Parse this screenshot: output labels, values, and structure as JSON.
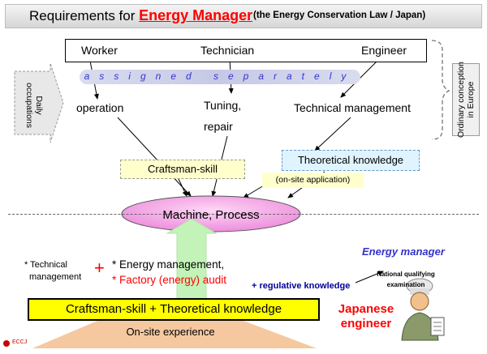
{
  "title": {
    "prefix": "Requirements for",
    "highlight": "Energy Manager",
    "subtitle": "(the Energy Conservation Law / Japan)"
  },
  "roles": [
    "Worker",
    "Technician",
    "Engineer"
  ],
  "assigned": "assigned separately",
  "occupations": {
    "operation": "operation",
    "tuning_line1": "Tuning,",
    "tuning_line2": "repair",
    "technical_management": "Technical management"
  },
  "side_labels": {
    "daily_line1": "Daily",
    "daily_line2": "occupations",
    "europe_line1": "Ordinary conception",
    "europe_line2": "in Europe"
  },
  "skills": {
    "craftsman": "Craftsman-skill",
    "theoretical": "Theoretical knowledge",
    "onsite_application": "(on-site application)"
  },
  "machine_process": "Machine,   Process",
  "bottom": {
    "craft_theory": "Craftsman-skill   +   Theoretical knowledge",
    "onsite_experience": "On-site experience",
    "tech_mgmt_line1": "* Technical",
    "tech_mgmt_line2": "management",
    "plus": "+",
    "em_line1": "* Energy management,",
    "em_line2": "* Factory (energy) audit",
    "regulative": "+ regulative knowledge",
    "energy_manager": "Energy manager",
    "nqe_line1": "National qualifying",
    "nqe_line2": "examination",
    "jp_line1": "Japanese",
    "jp_line2": "engineer"
  },
  "logo": "ECCJ",
  "colors": {
    "red": "#ff0000",
    "blue_text": "#3333cc",
    "ellipse_fill": "#ee88dd",
    "arrow_green": "#b8f0b0",
    "triangle_fill": "#f5c9a0",
    "yellow": "#ffff00"
  }
}
